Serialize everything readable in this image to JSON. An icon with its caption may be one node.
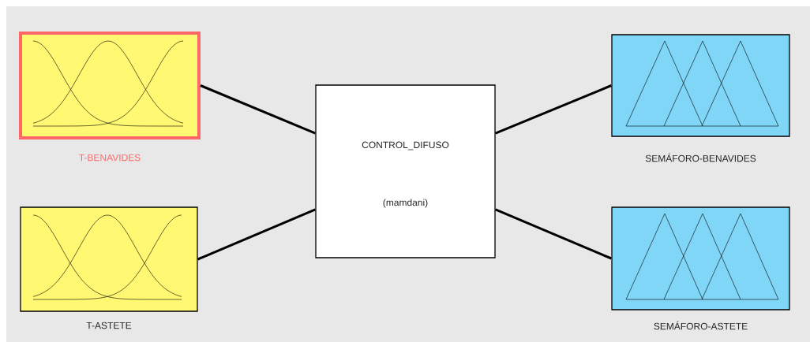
{
  "diagram": {
    "nodes": [
      {
        "text": [
          "T-BENAVIDES"
        ]
      },
      {
        "text": [
          "T-ASTETE"
        ]
      },
      {
        "text": [
          "CONTROL_DIFUSO",
          "(mamdani)"
        ]
      },
      {
        "text": [
          "SEMÁFORO-BENAVIDES"
        ]
      },
      {
        "text": [
          "SEMÁFORO-ASTETE"
        ]
      }
    ],
    "edges": [
      {
        "from": 0,
        "to": 2,
        "arrow": "none"
      },
      {
        "from": 1,
        "to": 2,
        "arrow": "none"
      },
      {
        "from": 2,
        "to": 3,
        "arrow": "none"
      },
      {
        "from": 2,
        "to": 4,
        "arrow": "none"
      }
    ]
  }
}
